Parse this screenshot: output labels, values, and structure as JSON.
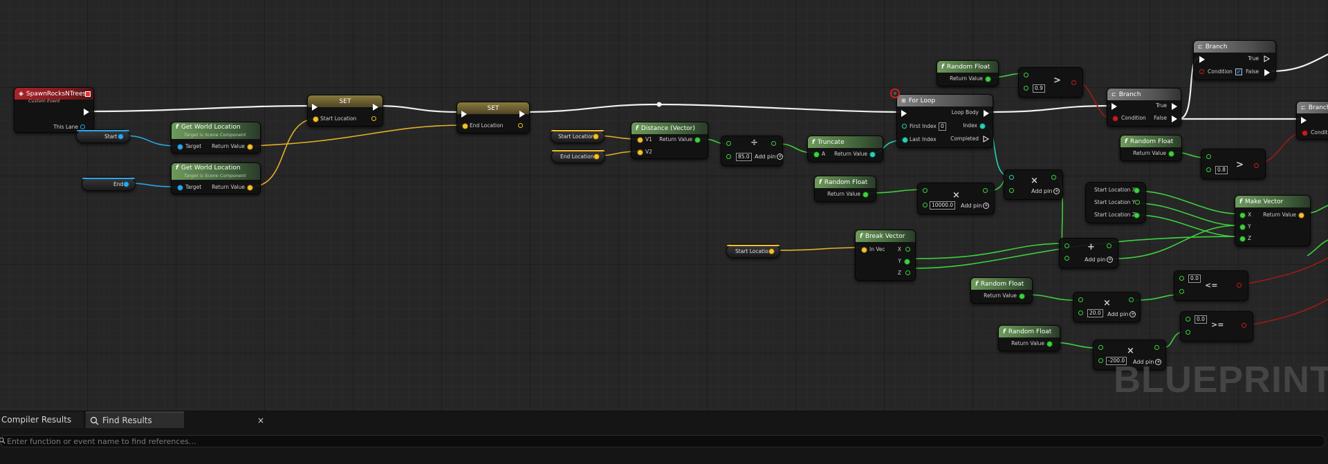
{
  "graph": {
    "watermark": "BLUEPRINT",
    "colors": {
      "exec": "#ffffff",
      "float": "#3cd23c",
      "vector": "#f5c02a",
      "object": "#2aa7ec",
      "integer": "#28d0b8",
      "boolean": "#c31e1e",
      "function_header": "#6e9a5c",
      "event_header": "#a8242a"
    },
    "nodes": {
      "event": {
        "title": "SpawnRocksNTrees",
        "subtitle": "Custom Event",
        "pin_this_lane": "This Lane"
      },
      "var_start": {
        "label": "Start"
      },
      "var_end": {
        "label": "End"
      },
      "gwl1": {
        "title": "Get World Location",
        "subtitle": "Target is Scene Component",
        "pin_target": "Target",
        "pin_return": "Return Value"
      },
      "gwl2": {
        "title": "Get World Location",
        "subtitle": "Target is Scene Component",
        "pin_target": "Target",
        "pin_return": "Return Value"
      },
      "set1": {
        "title": "SET",
        "pin": "Start Location"
      },
      "set2": {
        "title": "SET",
        "pin": "End Location"
      },
      "var_start_loc": {
        "label": "Start Location"
      },
      "var_end_loc": {
        "label": "End Location"
      },
      "distance": {
        "title": "Distance (Vector)",
        "pin_v1": "V1",
        "pin_v2": "V2",
        "pin_return": "Return Value"
      },
      "divide": {
        "op": "÷",
        "value": "85.0",
        "addpin": "Add pin"
      },
      "truncate": {
        "title": "Truncate",
        "pin_a": "A",
        "pin_return": "Return Value"
      },
      "rf1": {
        "title": "Random Float",
        "pin_return": "Return Value"
      },
      "greater1": {
        "value": "0.9",
        "op": ">"
      },
      "forloop": {
        "title": "For Loop",
        "pin_first": "First Index",
        "first_value": "0",
        "pin_last": "Last Index",
        "pin_loopbody": "Loop Body",
        "pin_index": "Index",
        "pin_completed": "Completed"
      },
      "branch1": {
        "title": "Branch",
        "pin_condition": "Condition",
        "pin_true": "True",
        "pin_false": "False"
      },
      "branch2": {
        "title": "Branch",
        "pin_condition": "Condition",
        "pin_true": "True",
        "pin_false": "False",
        "checked": "✓"
      },
      "branch3": {
        "title": "Branch",
        "pin_condition": "Conditio"
      },
      "rf2": {
        "title": "Random Float",
        "pin_return": "Return Value"
      },
      "greater2": {
        "value": "0.8",
        "op": ">"
      },
      "rf3": {
        "title": "Random Float",
        "pin_return": "Return Value"
      },
      "mult1": {
        "op": "×",
        "value": "10000.0",
        "addpin": "Add pin"
      },
      "mult_idx": {
        "op": "×",
        "addpin": "Add pin"
      },
      "var_slx": {
        "label": "Start Location X"
      },
      "var_sly": {
        "label": "Start Location Y"
      },
      "var_slz": {
        "label": "Start Location Z"
      },
      "makevec": {
        "title": "Make Vector",
        "pin_x": "X",
        "pin_y": "Y",
        "pin_z": "Z",
        "pin_return": "Return Value"
      },
      "var_start_loc2": {
        "label": "Start Location"
      },
      "breakvec": {
        "title": "Break Vector",
        "pin_in": "In Vec",
        "pin_x": "X",
        "pin_y": "Y",
        "pin_z": "Z"
      },
      "add1": {
        "op": "+",
        "addpin": "Add pin"
      },
      "rf4": {
        "title": "Random Float",
        "pin_return": "Return Value"
      },
      "mult2": {
        "op": "×",
        "value": "20.0",
        "addpin": "Add pin"
      },
      "lte": {
        "value": "0.0",
        "op": "<="
      },
      "rf5": {
        "title": "Random Float",
        "pin_return": "Return Value"
      },
      "mult3": {
        "op": "×",
        "value": "-200.0",
        "addpin": "Add pin"
      },
      "gte": {
        "value": "0.0",
        "op": ">="
      }
    }
  },
  "bottom": {
    "tab_compiler": "Compiler Results",
    "tab_find": "Find Results",
    "tab_close": "×",
    "search_placeholder": "Enter function or event name to find references..."
  }
}
